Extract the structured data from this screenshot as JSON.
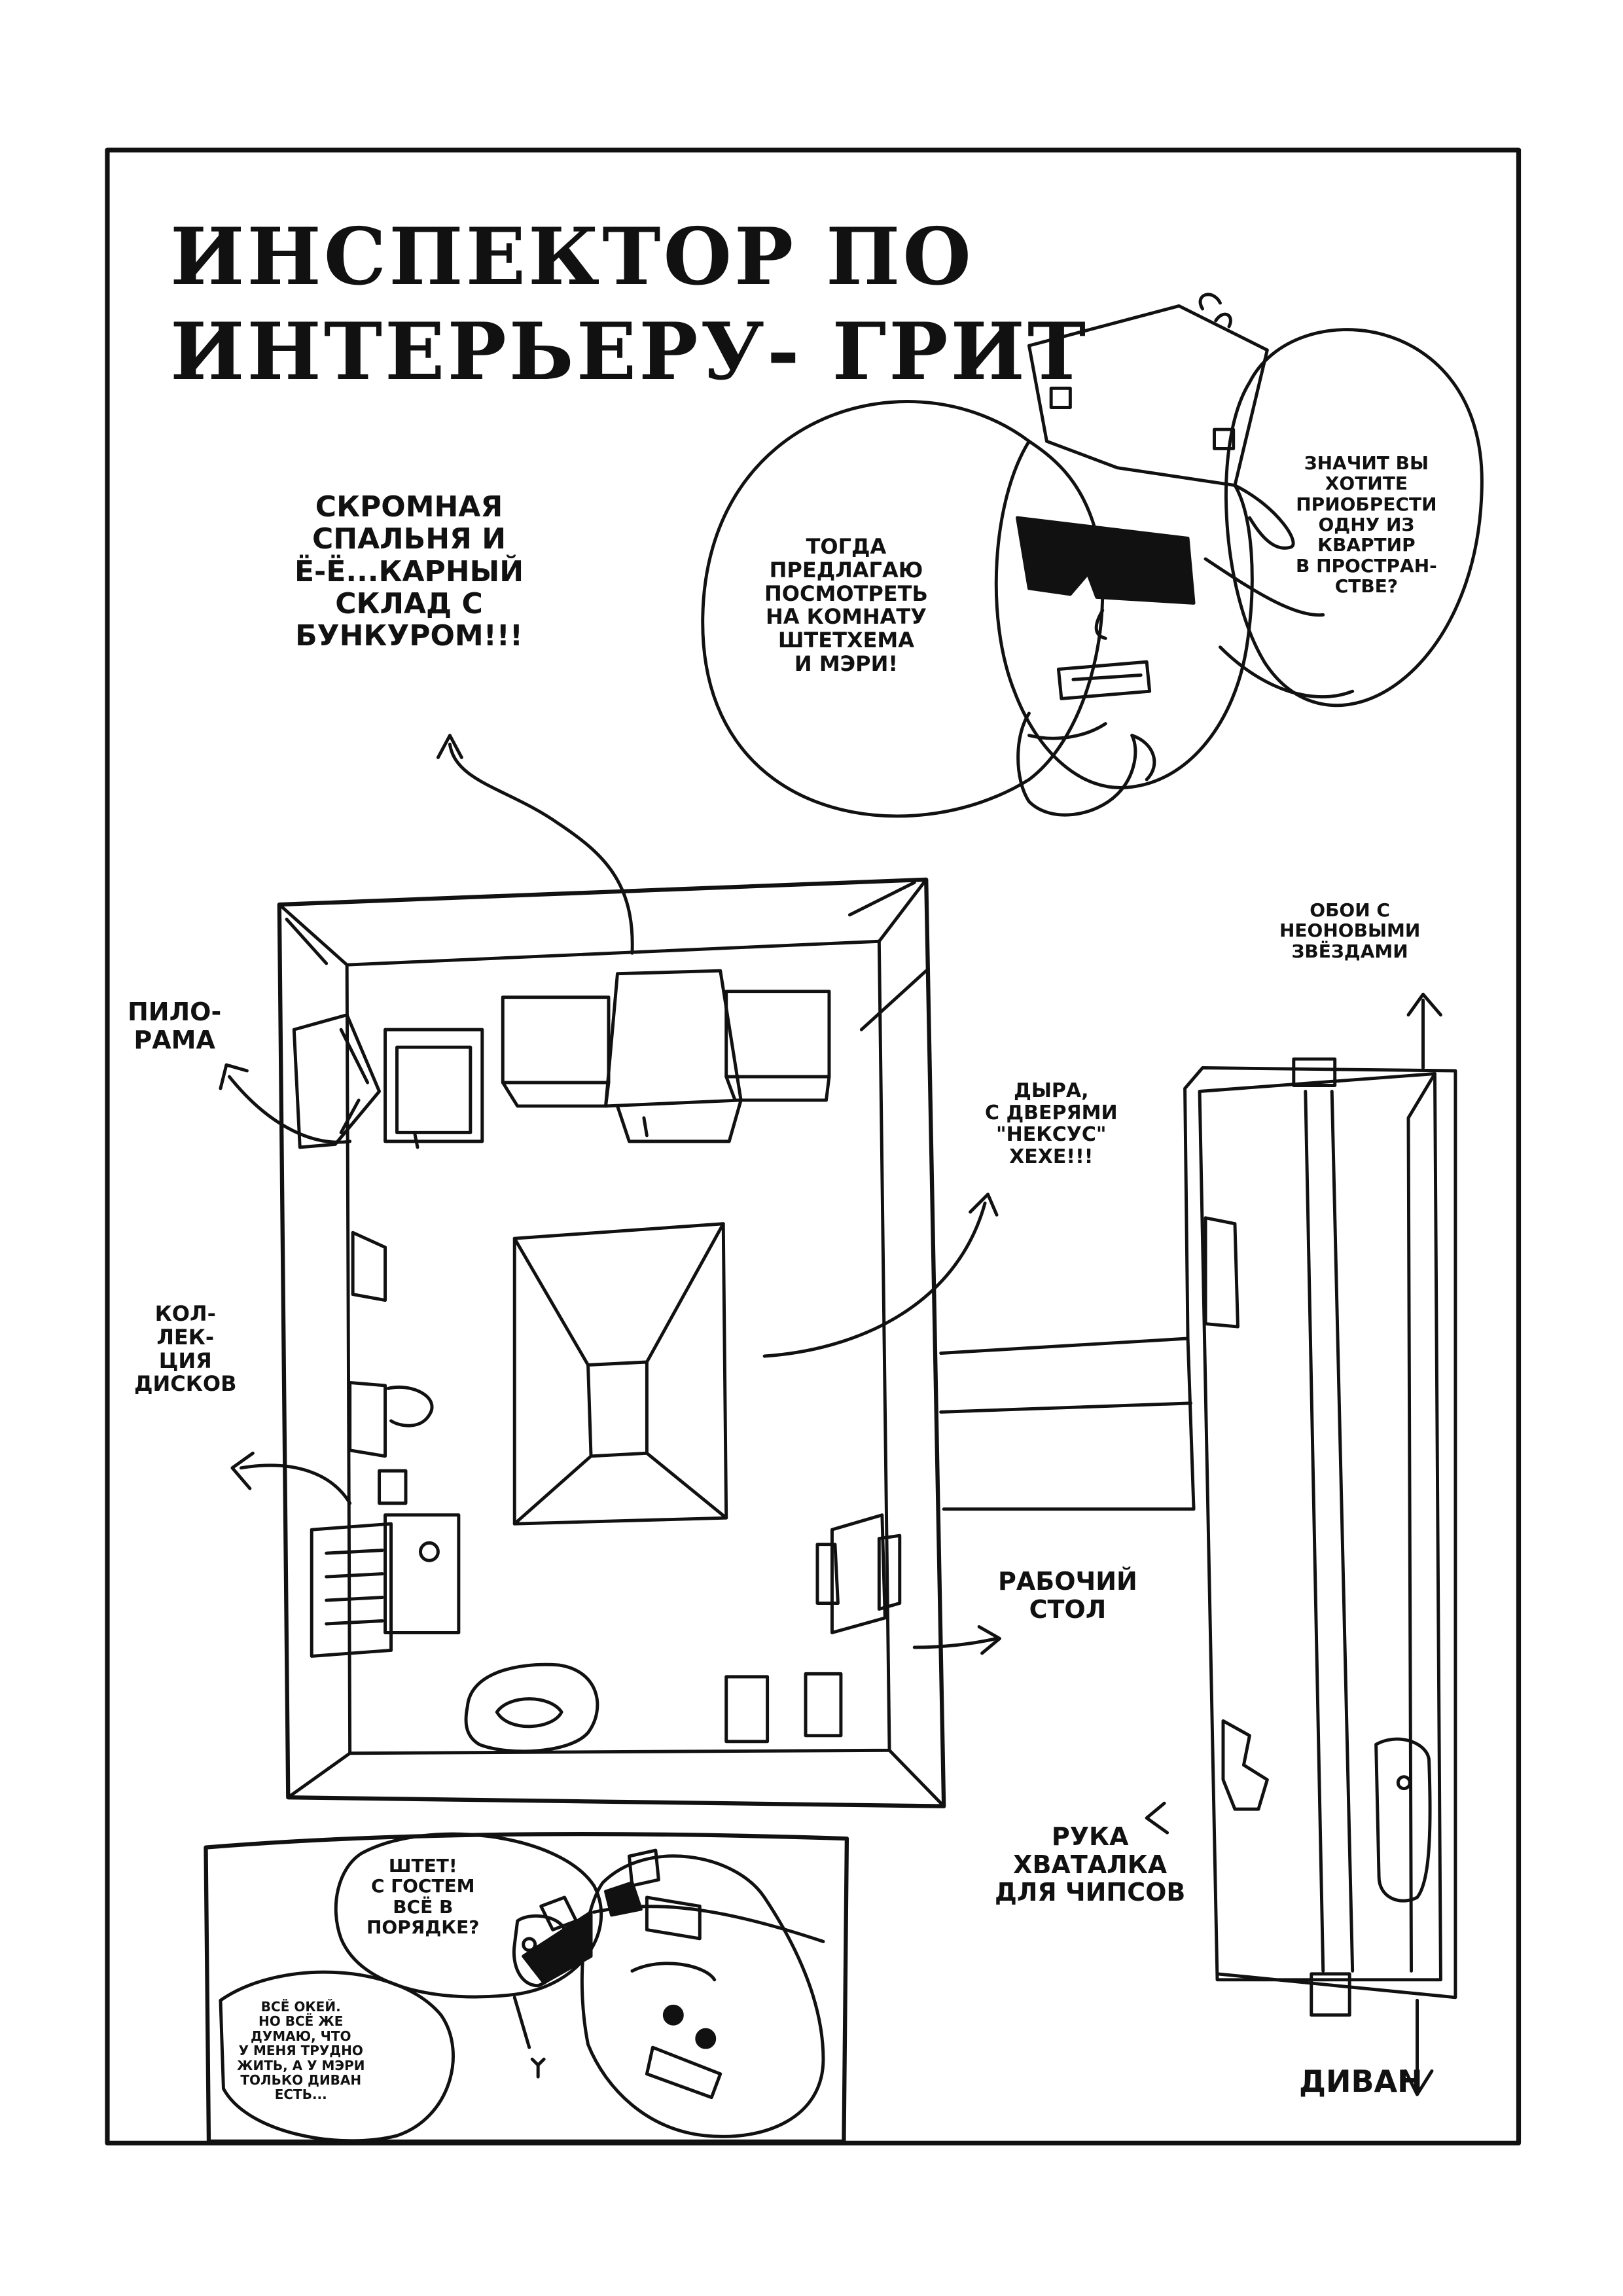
{
  "title": {
    "line1": "ИНСПЕКТОР ПО",
    "line2": "ИНТЕРЬЕРУ- ГРИТ"
  },
  "speech": {
    "grit_main": [
      "ТОГДА",
      "ПРЕДЛАГАЮ",
      "ПОСМОТРЕТЬ",
      "НА КОМНАТУ",
      "ШТЕТХЕМА",
      "И МЭРИ!"
    ],
    "grit_question": [
      "ЗНАЧИТ ВЫ",
      "ХОТИТЕ",
      "ПРИОБРЕСТИ",
      "ОДНУ ИЗ",
      "КВАРТИР",
      "В ПРОСТРАН-",
      "СТВЕ?"
    ],
    "inset_question": [
      "ШТЕТ!",
      "С ГОСТЕМ",
      "ВСЁ В",
      "ПОРЯДКЕ?"
    ],
    "inset_answer": [
      "ВСЁ ОКЕЙ.",
      "НО ВСЁ ЖЕ",
      "ДУМАЮ, ЧТО",
      "У МЕНЯ ТРУДНО",
      "ЖИТЬ, А У МЭРИ",
      "ТОЛЬКО ДИВАН",
      "ЕСТЬ..."
    ]
  },
  "labels": {
    "bedroom": [
      "СКРОМНАЯ",
      "СПАЛЬНЯ И",
      "Ё-Ё...КАРНЫЙ",
      "СКЛАД С",
      "БУНКУРОМ!!!"
    ],
    "sawmill": [
      "ПИЛО-",
      "РАМА"
    ],
    "discs": [
      "КОЛ-",
      "ЛЕК-",
      "ЦИЯ",
      "ДИСКОВ"
    ],
    "hole": [
      "ДЫРА,",
      "С ДВЕРЯМИ",
      "\"НЕКСУС\"",
      "ХЕХЕ!!!"
    ],
    "wallpaper": [
      "ОБОИ С",
      "НЕОНОВЫМИ",
      "ЗВЁЗДАМИ"
    ],
    "desk": [
      "РАБОЧИЙ",
      "СТОЛ"
    ],
    "grabber": [
      "РУКА",
      "ХВАТАЛКА",
      "ДЛЯ ЧИПСОВ"
    ],
    "sofa": "ДИВАН"
  },
  "figures": {
    "grit_portrait": "grit-character",
    "inset_panel": "shtet-and-grit-inset"
  }
}
